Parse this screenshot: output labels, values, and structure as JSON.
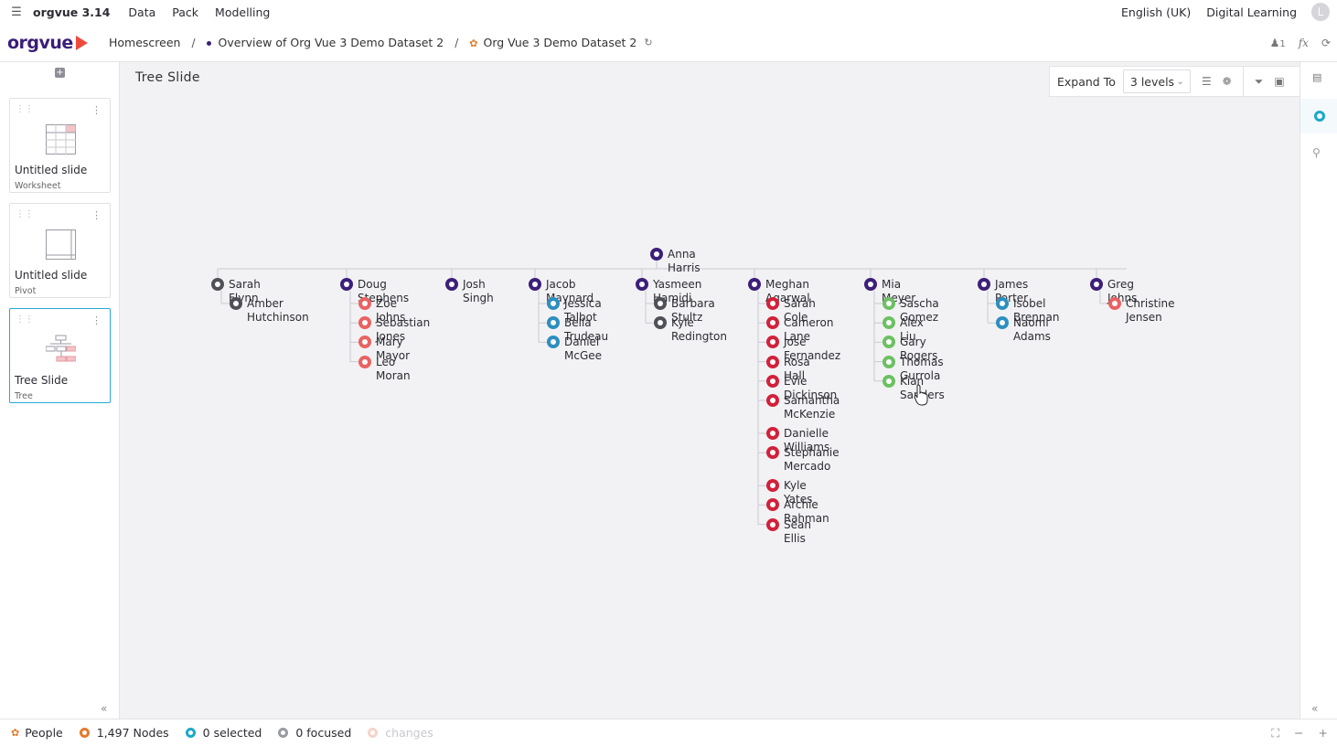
{
  "menubar": {
    "app_name": "orgvue 3.14",
    "items": [
      "Data",
      "Pack",
      "Modelling"
    ],
    "language": "English (UK)",
    "workspace": "Digital Learning",
    "avatar_initial": "L"
  },
  "breadcrumb": {
    "logo_text": "orgvue",
    "home": "Homescreen",
    "overview": "Overview of Org Vue 3 Demo Dataset 2",
    "dataset": "Org Vue 3 Demo Dataset 2",
    "user_count": "1",
    "fx_label": "fx"
  },
  "slides": [
    {
      "title": "Untitled slide",
      "type": "Worksheet"
    },
    {
      "title": "Untitled slide",
      "type": "Pivot"
    },
    {
      "title": "Tree Slide",
      "type": "Tree"
    }
  ],
  "canvas": {
    "title": "Tree Slide",
    "expand_label": "Expand To",
    "expand_value": "3 levels"
  },
  "colors": {
    "root": "#3c1f7a",
    "grey": "#505058",
    "red": "#d2213a",
    "salmon": "#ea6262",
    "blue": "#2d8fbf",
    "green": "#6dc063",
    "line": "#c9c9d0",
    "accent": "#1ba8c8"
  },
  "tree": {
    "root": "Anna Harris",
    "managers": [
      {
        "name": "Sarah Flynn",
        "color": "grey",
        "reports": [
          {
            "name": "Amber Hutchinson",
            "color": "grey"
          }
        ]
      },
      {
        "name": "Doug Stephens",
        "color": "root",
        "reports": [
          {
            "name": "Zoe Johns",
            "color": "salmon"
          },
          {
            "name": "Sebastian Jones",
            "color": "salmon"
          },
          {
            "name": "Mary Mayor",
            "color": "salmon"
          },
          {
            "name": "Leo Moran",
            "color": "salmon"
          }
        ]
      },
      {
        "name": "Josh Singh",
        "color": "root",
        "reports": []
      },
      {
        "name": "Jacob Maynard",
        "color": "root",
        "reports": [
          {
            "name": "Jessica Talbot",
            "color": "blue"
          },
          {
            "name": "Bella Trudeau",
            "color": "blue"
          },
          {
            "name": "Daniel McGee",
            "color": "blue"
          }
        ]
      },
      {
        "name": "Yasmeen Hamidi",
        "color": "root",
        "reports": [
          {
            "name": "Barbara Stultz",
            "color": "grey"
          },
          {
            "name": "Kyle Redington",
            "color": "grey"
          }
        ]
      },
      {
        "name": "Meghan Agarwal",
        "color": "root",
        "reports": [
          {
            "name": "Sarah Cole",
            "color": "red"
          },
          {
            "name": "Cameron Lane",
            "color": "red"
          },
          {
            "name": "Jose Fernandez",
            "color": "red"
          },
          {
            "name": "Rosa Hall",
            "color": "red"
          },
          {
            "name": "Evie Dickinson",
            "color": "red"
          },
          {
            "name": "Samantha McKenzie",
            "color": "red"
          },
          {
            "name": "Danielle Williams",
            "color": "red"
          },
          {
            "name": "Stephanie Mercado",
            "color": "red"
          },
          {
            "name": "Kyle Yates",
            "color": "red"
          },
          {
            "name": "Archie Rahman",
            "color": "red"
          },
          {
            "name": "Sean Ellis",
            "color": "red"
          }
        ]
      },
      {
        "name": "Mia Meyer",
        "color": "root",
        "reports": [
          {
            "name": "Sascha Gomez",
            "color": "green"
          },
          {
            "name": "Alex Liu",
            "color": "green"
          },
          {
            "name": "Gary Rogers",
            "color": "green"
          },
          {
            "name": "Thomas Gurrola",
            "color": "green"
          },
          {
            "name": "Kian Sanders",
            "color": "green"
          }
        ]
      },
      {
        "name": "James Porter",
        "color": "root",
        "reports": [
          {
            "name": "Isobel Brennan",
            "color": "blue"
          },
          {
            "name": "Naomi Adams",
            "color": "blue"
          }
        ]
      },
      {
        "name": "Greg Johns",
        "color": "root",
        "reports": [
          {
            "name": "Christine Jensen",
            "color": "salmon"
          }
        ]
      }
    ]
  },
  "status": {
    "people": "People",
    "nodes": "1,497 Nodes",
    "selected": "0 selected",
    "focused": "0 focused",
    "changes": "changes"
  }
}
